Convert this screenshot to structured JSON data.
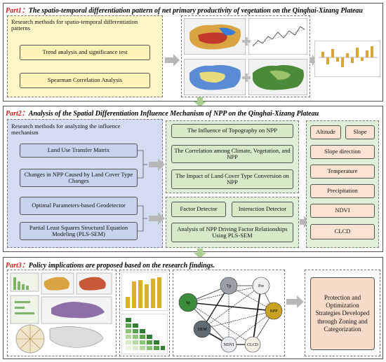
{
  "part1": {
    "num": "Part1：",
    "title": "The spatio-temporal differentiation pattern of net primary productivity of vegetation on the Qinghai-Xizang Plateau",
    "methods_heading": "Research methods for spatio-temporal differentiation patterns",
    "method_1": "Trend analysis and significance test",
    "method_2": "Spearman Correlation Analysis"
  },
  "part2": {
    "num": "Part2：",
    "title": "Analysis of the Spatial Differentiation Influence Mechanism of NPP on the Qinghai-Xizang Plateau",
    "methods_heading": "Research methods for analyzing the influence mechanism",
    "method_1": "Land Use Transfer Matrix",
    "method_2": "Changes in NPP Caused by Land Cover Type Changes",
    "method_3": "Optimal Parameters-based Geodetector",
    "method_4": "Partial Least Squares Structural Equation Modeling (PLS-SEM)",
    "result_1": "The Influence of Topography on NPP",
    "result_2": "The Correlation among Climate, Vegetation, and NPP",
    "result_3": "The Impact of Land Cover Type Conversion on NPP",
    "result_4": "Factor Detector",
    "result_5": "Interaction Detector",
    "result_6": "Analysis of NPP Driving Factor Relationships Using PLS-SEM",
    "factors": [
      "Altitude",
      "Slope",
      "Slope direction",
      "Temperature",
      "Precipitation",
      "NDVI",
      "CLCD"
    ]
  },
  "part3": {
    "num": "Part3：",
    "title": "Policy implications are proposed based on the research findings.",
    "conclusion": "Protection and Optimization Strategies Developed through Zoning and Categorization",
    "sem_nodes": [
      "Tp",
      "Pre",
      "Sp",
      "DEM",
      "NDVI",
      "CLCD",
      "NPP"
    ]
  },
  "colors": {
    "part_num": "#d01c1c",
    "yellow_panel": "#fdf7c8",
    "blue_panel": "#d3dcf1",
    "green_panel": "#e0efd7",
    "peach_panel": "#f8dcc9",
    "arrow": "#b7b7b7"
  }
}
